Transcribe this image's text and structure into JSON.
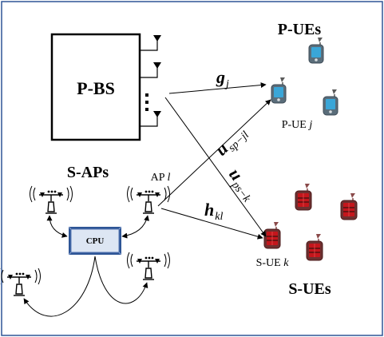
{
  "labels": {
    "p_ues": "P-UEs",
    "p_bs": "P-BS",
    "s_aps": "S-APs",
    "s_ues": "S-UEs",
    "cpu": "CPU",
    "ap_l_prefix": "AP ",
    "ap_l_index": "l",
    "p_ue_j_prefix": "P-UE ",
    "p_ue_j_index": "j",
    "s_ue_k_prefix": "S-UE ",
    "s_ue_k_index": "k"
  },
  "channels": {
    "g_symbol": "g",
    "g_sub": "j",
    "usp_symbol": "u",
    "usp_sub": "sp−jl",
    "ups_symbol": "u",
    "ups_sub": "ps−k",
    "h_symbol": "h",
    "h_sub": "kl"
  },
  "colors": {
    "frame": "#2e5596",
    "p_ue_body": "#3aa6d8",
    "s_ue_body": "#c4161c",
    "cpu_fill": "#dde6f3",
    "cpu_border": "#2e5596"
  },
  "icons": {
    "antenna": "antenna-icon",
    "access_point": "access-point-icon",
    "p_ue": "primary-user-phone-icon",
    "s_ue": "secondary-user-phone-icon",
    "cpu": "cpu-icon"
  }
}
